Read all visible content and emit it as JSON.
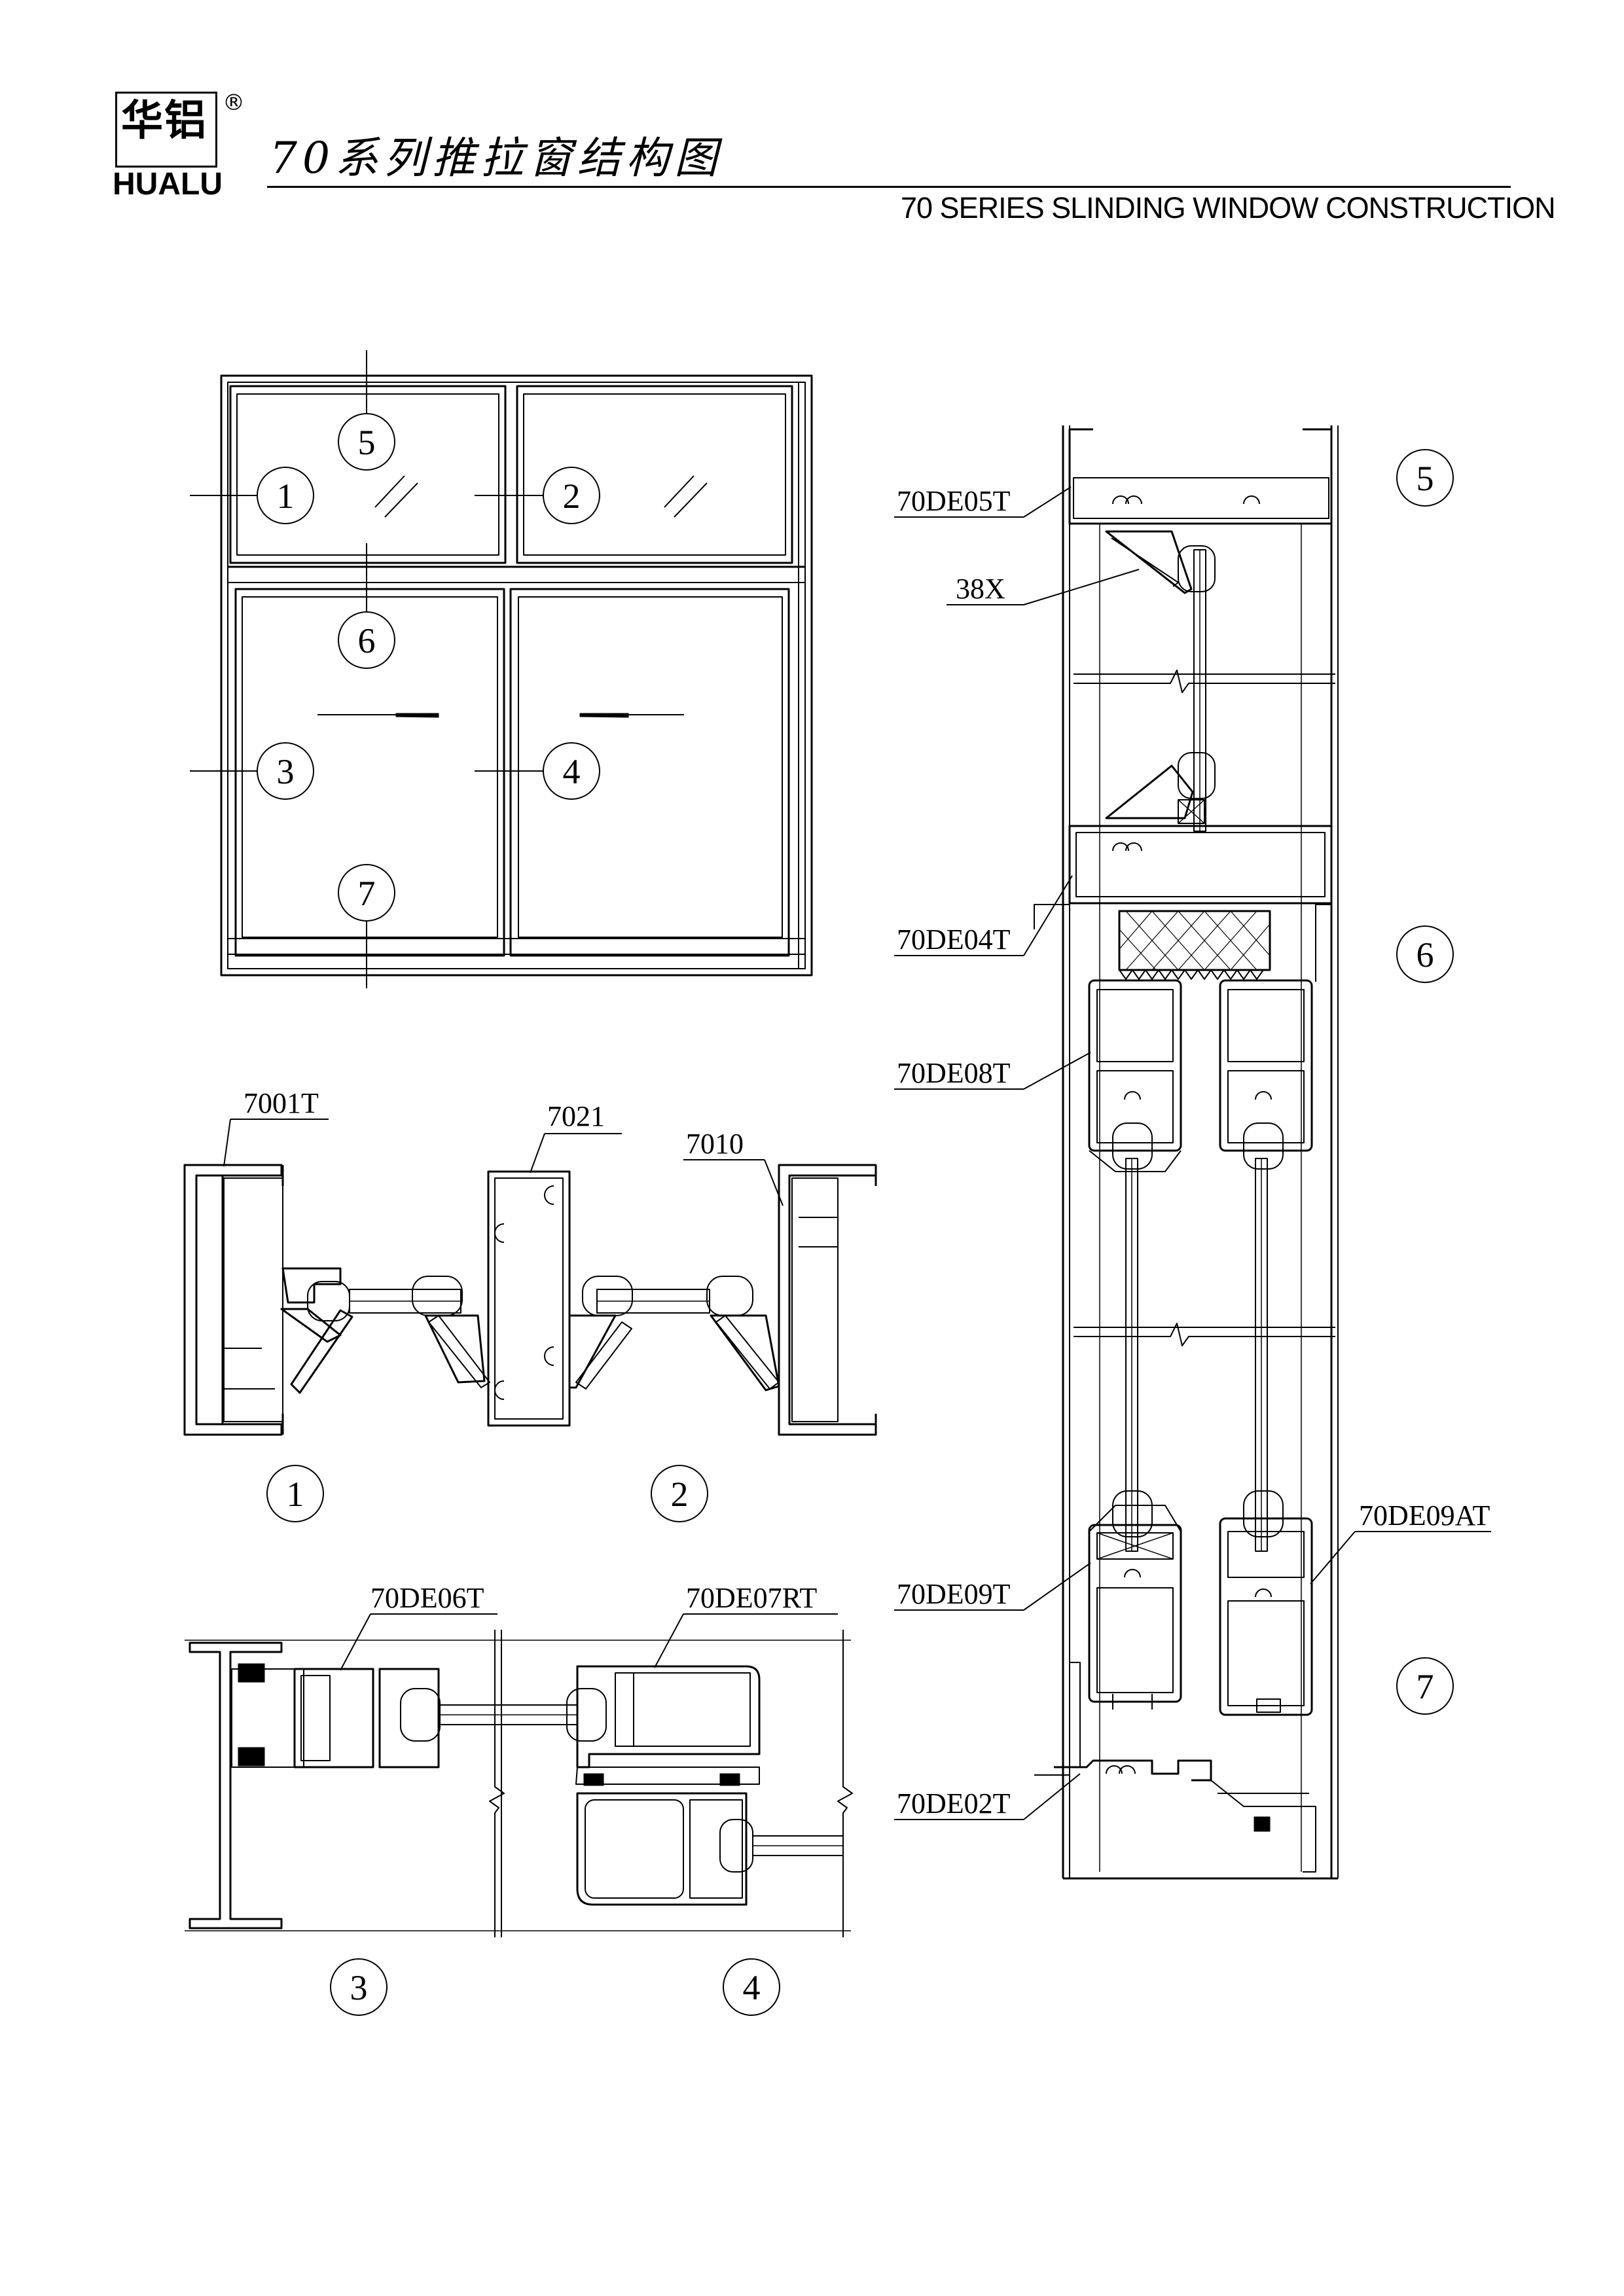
{
  "header": {
    "logo_cn": "华铝",
    "logo_en": "HUALU",
    "registered_mark": "®",
    "title_cn": "70系列推拉窗结构图",
    "title_en": "70 SERIES SLINDING WINDOW CONSTRUCTION"
  },
  "elevation": {
    "callouts": [
      "1",
      "2",
      "3",
      "4",
      "5",
      "6",
      "7"
    ]
  },
  "sections": {
    "section_1": {
      "marker": "1",
      "parts": {
        "frame": "7001T"
      }
    },
    "section_2": {
      "marker": "2",
      "parts": {
        "mullion": "7021",
        "frame": "7010"
      }
    },
    "section_3": {
      "marker": "3",
      "parts": {
        "frame": "70DE06T"
      }
    },
    "section_4": {
      "marker": "4",
      "parts": {
        "sash": "70DE07RT"
      }
    },
    "vertical": {
      "markers": [
        "5",
        "6",
        "7"
      ],
      "parts": [
        "70DE05T",
        "38X",
        "70DE04T",
        "70DE08T",
        "70DE09T",
        "70DE09AT",
        "70DE02T"
      ]
    }
  }
}
